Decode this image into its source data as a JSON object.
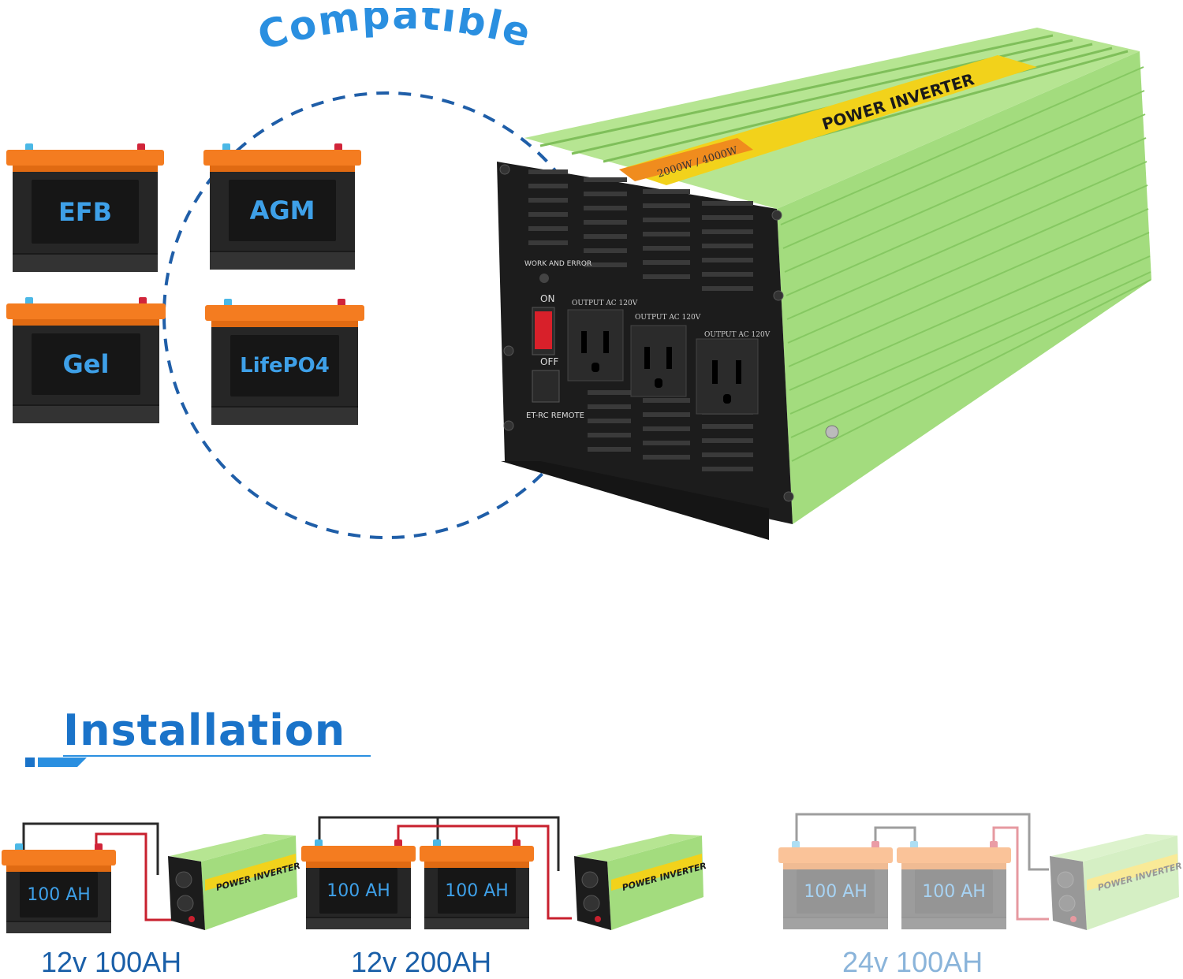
{
  "compatible": {
    "title": "Compatible",
    "batteries": [
      "EFB",
      "AGM",
      "Gel",
      "LifePO4"
    ]
  },
  "inverter": {
    "brand_label": "POWER INVERTER",
    "rating": "2000W / 4000W",
    "indicator_label": "WORK AND ERROR",
    "switch_on": "ON",
    "switch_off": "OFF",
    "remote_label": "ET-RC REMOTE",
    "outlets": [
      "OUTPUT AC 120V",
      "OUTPUT AC 120V",
      "OUTPUT AC 120V"
    ]
  },
  "installation": {
    "title": "Installation",
    "configs": [
      {
        "label": "12v 100AH",
        "batteries": [
          "100 AH"
        ]
      },
      {
        "label": "12v 200AH",
        "batteries": [
          "100 AH",
          "100 AH"
        ]
      },
      {
        "label": "24v 100AH",
        "batteries": [
          "100 AH",
          "100 AH"
        ]
      }
    ],
    "mini_inverter_label": "POWER INVERTER"
  },
  "colors": {
    "accent_blue": "#2a8fe0",
    "battery_orange": "#f47c20",
    "inverter_green": "#9fd77a",
    "wire_red": "#c8202e",
    "wire_black": "#2a2a2a"
  }
}
